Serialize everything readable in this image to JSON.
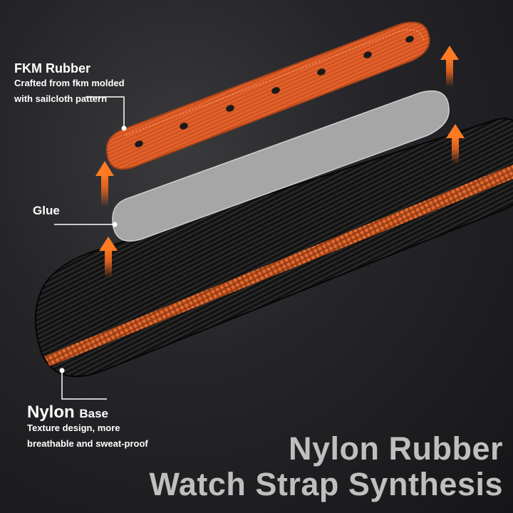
{
  "fkm": {
    "title": "FKM Rubber",
    "description_line1": "Crafted from fkm molded",
    "description_line2": "with sailcloth pattern",
    "color": "#e8602a"
  },
  "glue": {
    "title": "Glue",
    "color": "#a6a6a6"
  },
  "nylon": {
    "title_main": "Nylon",
    "title_suffix": "Base",
    "description_line1": "Texture design, more",
    "description_line2": "breathable and sweat-proof",
    "color": "#141414",
    "stripe_color": "#d9652e"
  },
  "headline": {
    "line1": "Nylon Rubber",
    "line2": "Watch Strap Synthesis",
    "color": "#bfbfbf"
  },
  "arrow_color": "#e8641e"
}
